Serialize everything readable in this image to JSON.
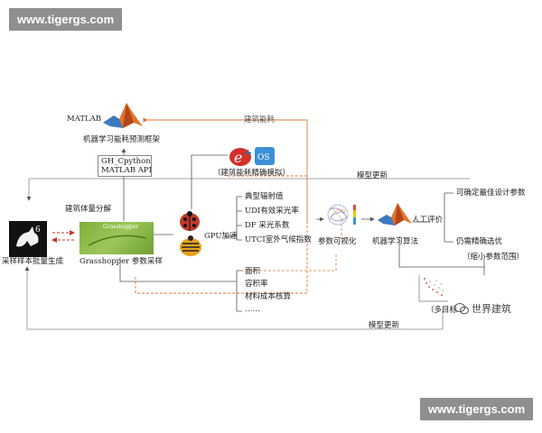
{
  "watermarks": {
    "top": "www.tigergs.com",
    "bottom": "www.tigergs.com"
  },
  "nodes": {
    "matlab_label": "MATLAB",
    "ml_framework": "机器学习能耗预测框架",
    "gh_cpython": "GH_Cpython",
    "matlab_api": "MATLAB API",
    "sim_note": "（建筑能耗精确模拟）",
    "building_energy": "建筑能耗",
    "model_update_top": "模型更新",
    "model_update_bottom": "模型更新",
    "volume_decomp": "建筑体量分解",
    "sample_gen": "采样样本批量生成",
    "grasshopper_title": "Grasshopper",
    "grasshopper_sampling": "Grasshopper 参数采样",
    "gpu_accel": "GPU加速",
    "param_vis": "参数可视化",
    "ml_algorithm": "机器学习算法",
    "manual_eval": "人工评价",
    "determine_best": "可确定最佳设计参数",
    "fine_select": "仍需精确选优",
    "narrow_range": "（缩小参数范围）",
    "multi_target": "（多目标",
    "logo_text": "世界建筑"
  },
  "metrics_group1": [
    "典型辐射值",
    "UDI有效采光率",
    "DF 采光系数",
    "UTCI室外气候指数"
  ],
  "metrics_group2": [
    "面积",
    "容积率",
    "材料成本核算",
    "……"
  ],
  "icons": [
    "matlab-icon",
    "energyplus-icon",
    "ladybug-icon",
    "honeybee-icon",
    "grasshopper-image",
    "rhino-icon",
    "wechat-icon"
  ]
}
